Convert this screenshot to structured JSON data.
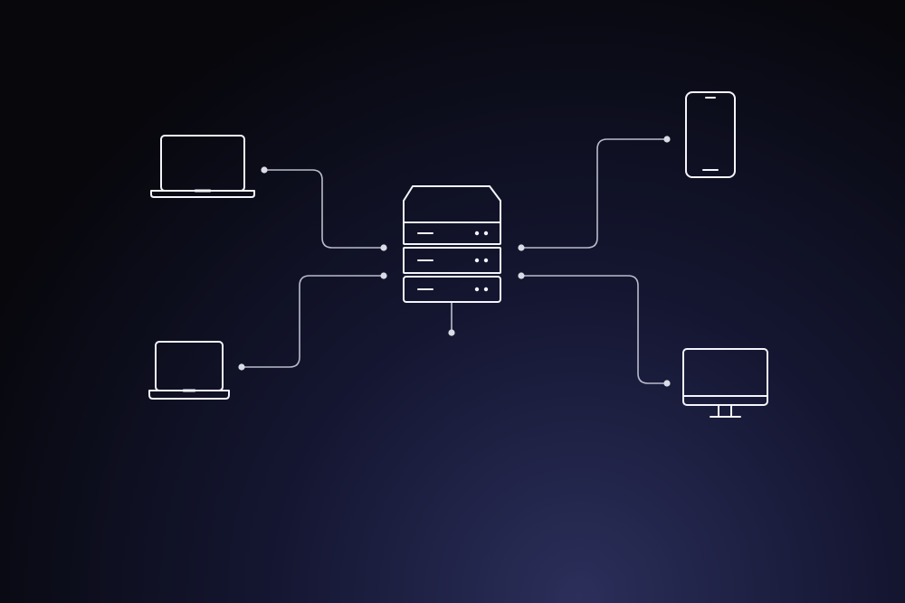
{
  "colors": {
    "background_dark": "#07070c",
    "background_mid": "#151733",
    "background_glow": "#2b2f5a",
    "icon_stroke": "#f4f5fb",
    "connector": "#b9bccb",
    "node_dot": "#d9dbe6"
  },
  "nodes": [
    {
      "id": "server",
      "icon": "server-rack-icon"
    },
    {
      "id": "laptop-top-left",
      "icon": "laptop-icon"
    },
    {
      "id": "laptop-bottom-left",
      "icon": "laptop-icon"
    },
    {
      "id": "phone-top-right",
      "icon": "smartphone-icon"
    },
    {
      "id": "monitor-bottom-right",
      "icon": "desktop-monitor-icon"
    }
  ],
  "edges": [
    {
      "from": "laptop-top-left",
      "to": "server"
    },
    {
      "from": "laptop-bottom-left",
      "to": "server"
    },
    {
      "from": "server",
      "to": "phone-top-right"
    },
    {
      "from": "server",
      "to": "monitor-bottom-right"
    }
  ]
}
